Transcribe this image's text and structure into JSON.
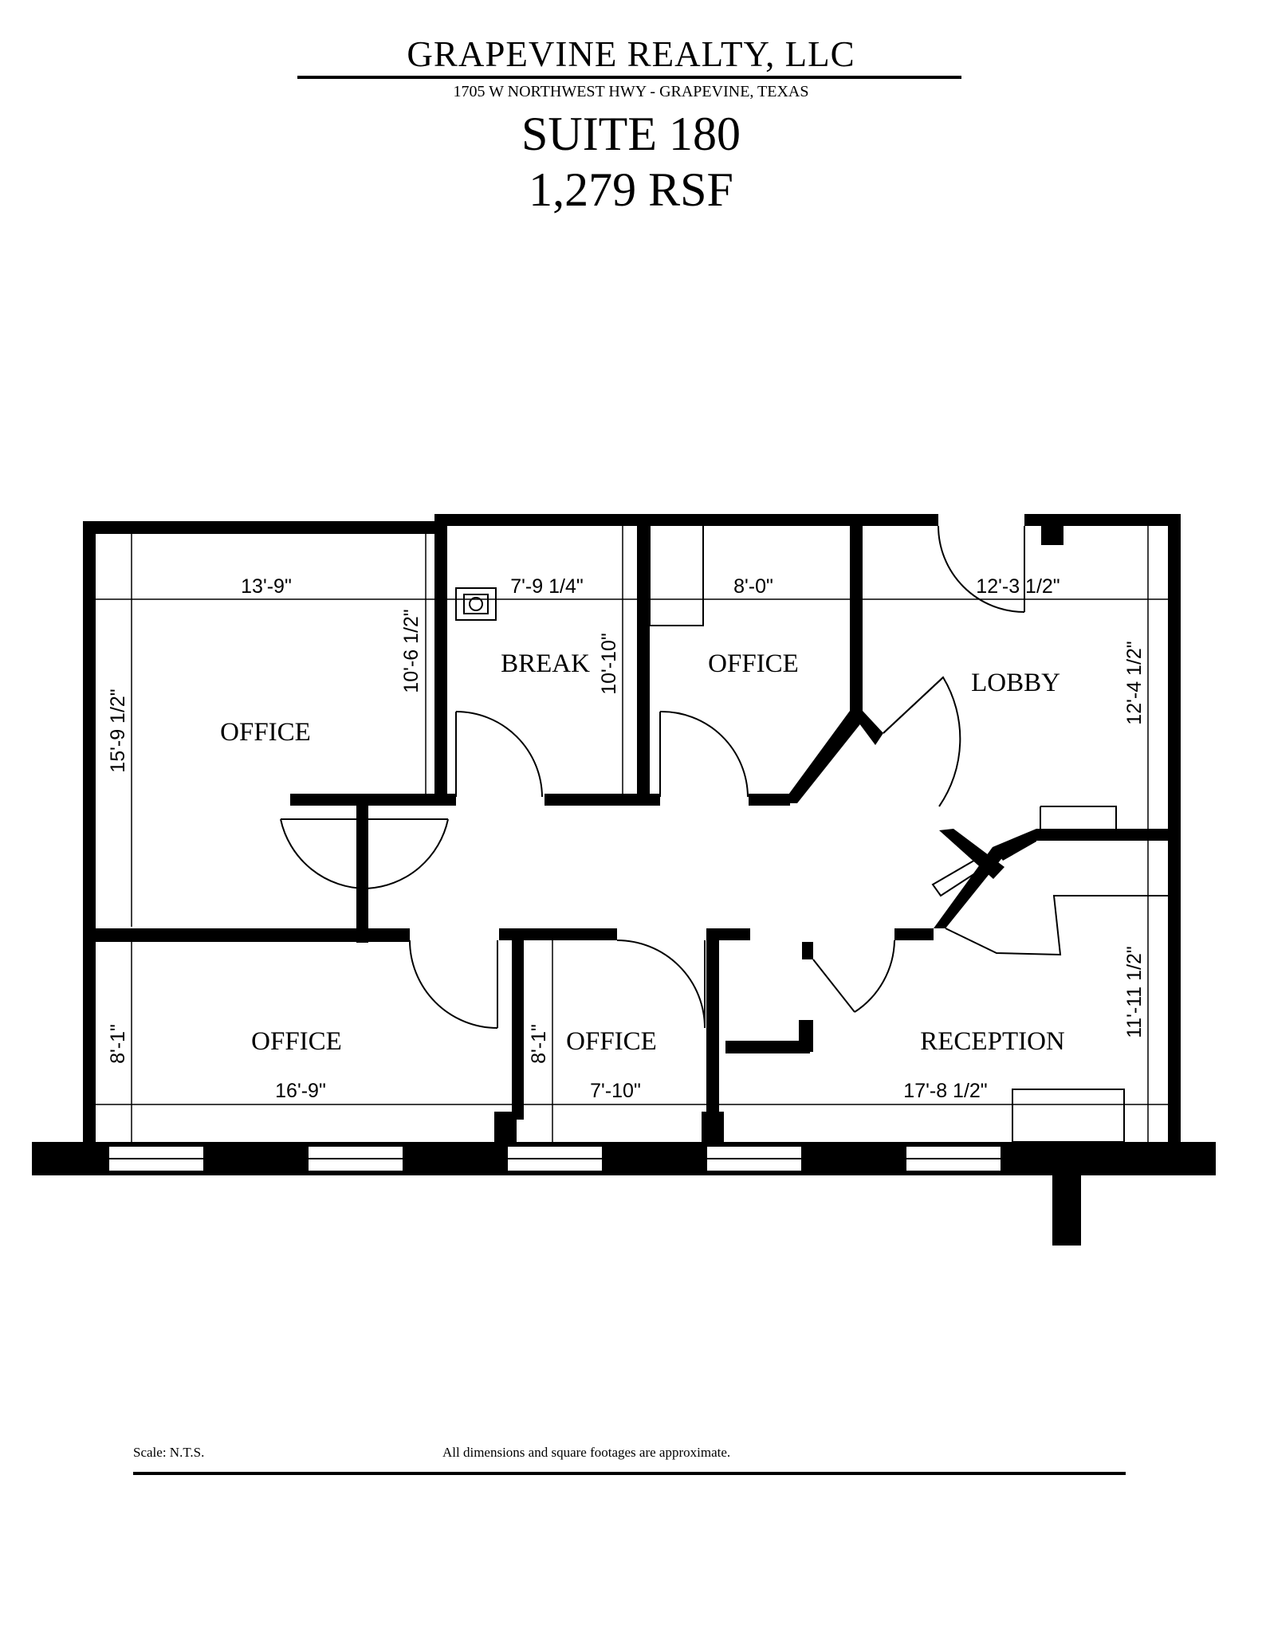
{
  "header": {
    "company": "GRAPEVINE REALTY, LLC",
    "address": "1705 W NORTHWEST HWY - GRAPEVINE, TEXAS",
    "suite": "SUITE 180",
    "area": "1,279 RSF"
  },
  "rooms": {
    "office_nw": "OFFICE",
    "break": "BREAK",
    "office_n": "OFFICE",
    "lobby": "LOBBY",
    "office_sw": "OFFICE",
    "office_s": "OFFICE",
    "reception": "RECEPTION"
  },
  "dimensions": {
    "office_nw_width": "13'-9\"",
    "office_nw_height": "15'-9 1/2\"",
    "break_width": "7'-9 1/4\"",
    "break_height_a": "10'-6 1/2\"",
    "break_height_b": "10'-10\"",
    "office_n_width": "8'-0\"",
    "lobby_width": "12'-3 1/2\"",
    "lobby_height": "12'-4 1/2\"",
    "office_sw_width": "16'-9\"",
    "office_sw_height": "8'-1\"",
    "office_s_width": "7'-10\"",
    "office_s_height": "8'-1\"",
    "reception_width": "17'-8 1/2\"",
    "reception_height": "11'-11 1/2\""
  },
  "footer": {
    "scale": "Scale: N.T.S.",
    "note": "All dimensions and square footages are approximate."
  },
  "colors": {
    "wall": "#000000",
    "background": "#ffffff"
  }
}
